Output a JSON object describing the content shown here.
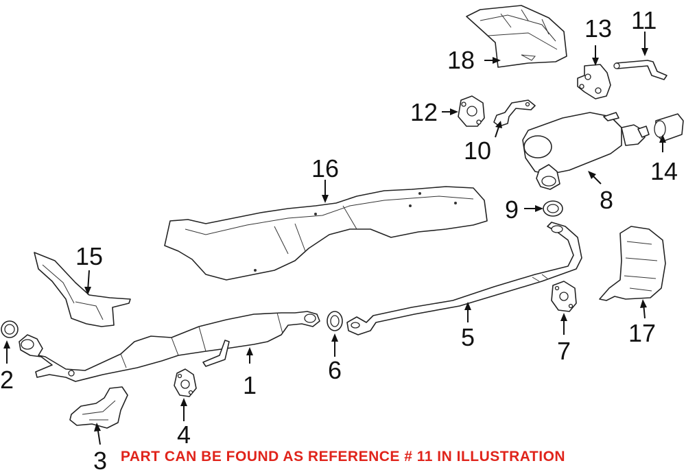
{
  "caption": {
    "text": "PART CAN BE FOUND AS REFERENCE # 11 IN ILLUSTRATION",
    "color": "#e0241b"
  },
  "callouts": {
    "c1": "1",
    "c2": "2",
    "c3": "3",
    "c4": "4",
    "c5": "5",
    "c6": "6",
    "c7": "7",
    "c8": "8",
    "c9": "9",
    "c10": "10",
    "c11": "11",
    "c12": "12",
    "c13": "13",
    "c14": "14",
    "c15": "15",
    "c16": "16",
    "c17": "17",
    "c18": "18"
  },
  "colors": {
    "line": "#222222",
    "background": "#ffffff"
  }
}
